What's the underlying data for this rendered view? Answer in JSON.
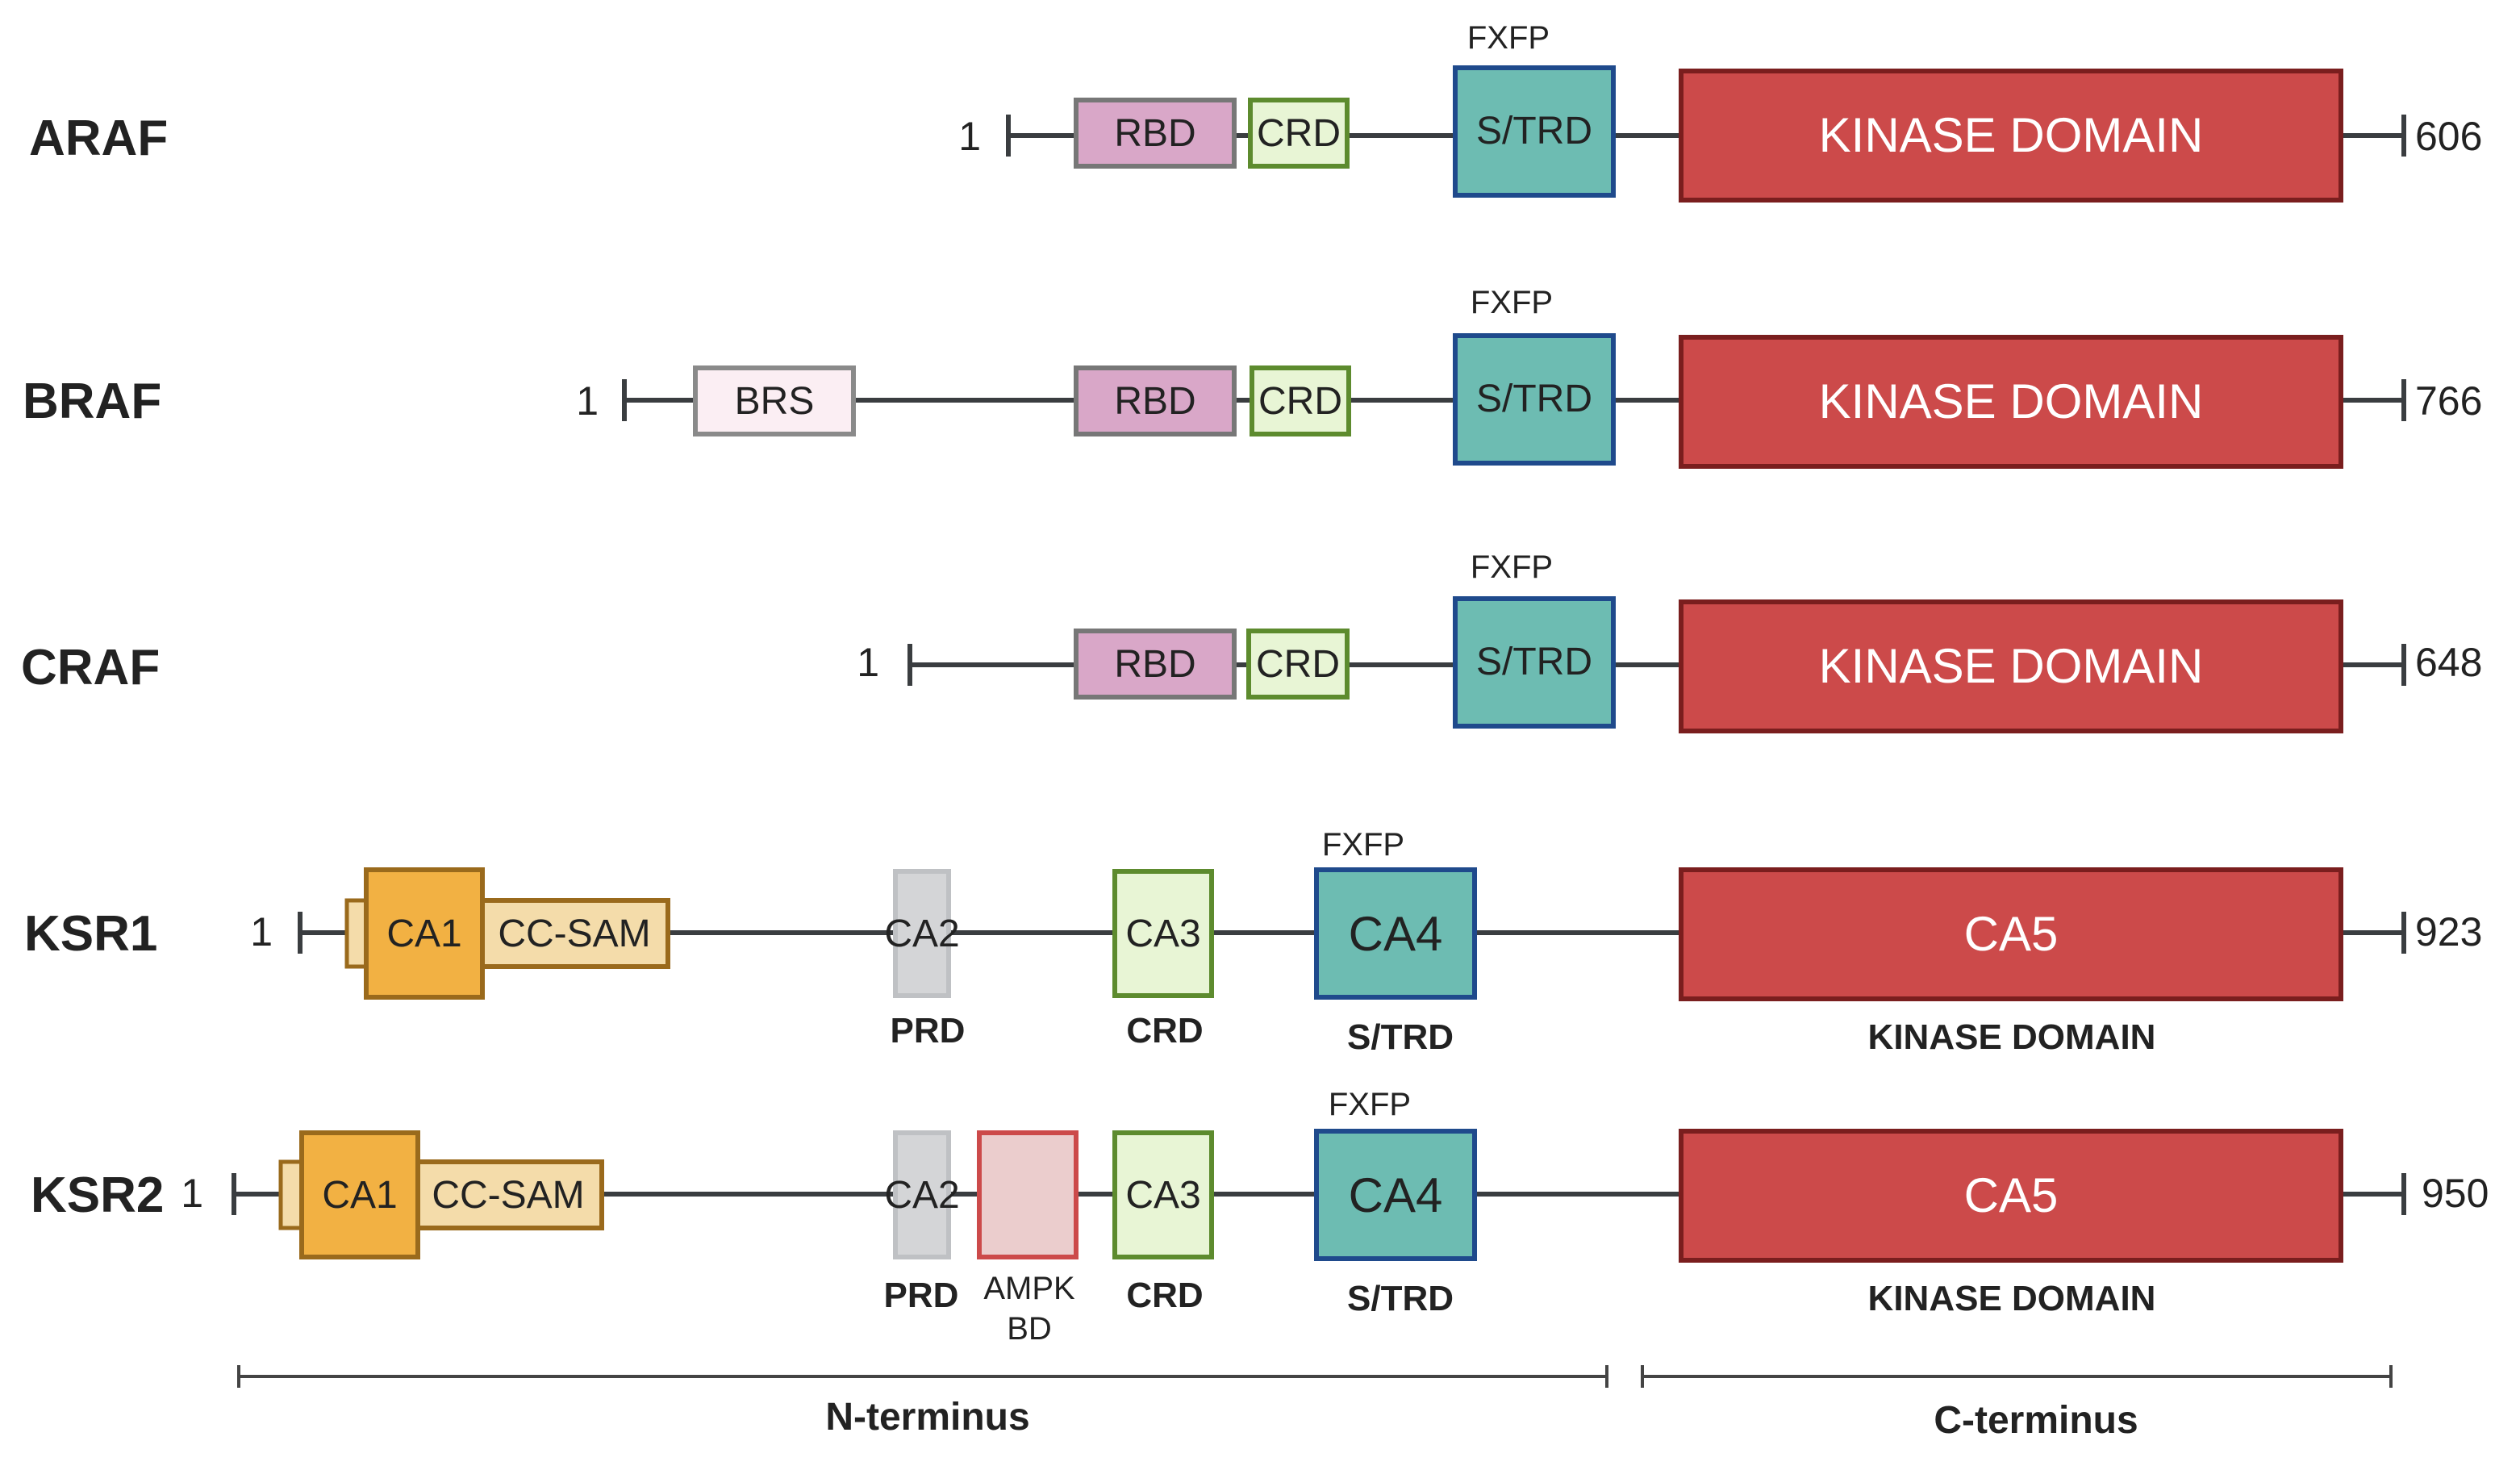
{
  "colors": {
    "rbd": "#d9a7c8",
    "crd": "#e8f5d5",
    "crd_border": "#5d8b2e",
    "strd": "#6dbcb2",
    "strd_border": "#1f4a8c",
    "kinase": "#cc4a4a",
    "kinase_border": "#7a1e1e",
    "brs": "#fbeef3",
    "ca1": "#f2b143",
    "ccsam": "#f4dcaa",
    "ca_border": "#9a6a1c",
    "prd": "#d4d5d7",
    "ampk": "#ebcdcd",
    "ampk_border": "#cc4a4a"
  },
  "proteins": [
    {
      "name": "ARAF",
      "start": "1",
      "end": "606",
      "domains": {
        "rbd": "RBD",
        "crd": "CRD",
        "strd": "S/TRD",
        "motif": "FXFP",
        "kinase": "KINASE DOMAIN"
      }
    },
    {
      "name": "BRAF",
      "start": "1",
      "end": "766",
      "domains": {
        "brs": "BRS",
        "rbd": "RBD",
        "crd": "CRD",
        "strd": "S/TRD",
        "motif": "FXFP",
        "kinase": "KINASE DOMAIN"
      }
    },
    {
      "name": "CRAF",
      "start": "1",
      "end": "648",
      "domains": {
        "rbd": "RBD",
        "crd": "CRD",
        "strd": "S/TRD",
        "motif": "FXFP",
        "kinase": "KINASE DOMAIN"
      }
    },
    {
      "name": "KSR1",
      "start": "1",
      "end": "923",
      "domains": {
        "ca1": "CA1",
        "ccsam": "CC-SAM",
        "ca2": "CA2",
        "ca3": "CA3",
        "ca4": "CA4",
        "ca5": "CA5",
        "motif": "FXFP",
        "prd_label": "PRD",
        "crd_label": "CRD",
        "strd_label": "S/TRD",
        "kinase_label": "KINASE DOMAIN"
      }
    },
    {
      "name": "KSR2",
      "start": "1",
      "end": "950",
      "domains": {
        "ca1": "CA1",
        "ccsam": "CC-SAM",
        "ca2": "CA2",
        "ca3": "CA3",
        "ca4": "CA4",
        "ca5": "CA5",
        "motif": "FXFP",
        "prd_label": "PRD",
        "ampk_label_1": "AMPK",
        "ampk_label_2": "BD",
        "crd_label": "CRD",
        "strd_label": "S/TRD",
        "kinase_label": "KINASE DOMAIN"
      }
    }
  ],
  "regions": {
    "n_terminus": "N-terminus",
    "c_terminus": "C-terminus"
  }
}
